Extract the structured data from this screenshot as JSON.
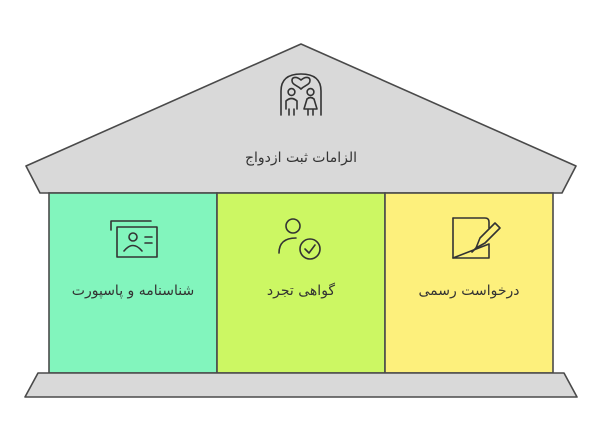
{
  "roof": {
    "title": "الزامات ثبت ازدواج",
    "icon": "couple-heart-icon",
    "color": "#d9d9d9"
  },
  "pillars": [
    {
      "label": "شناسنامه و پاسپورت",
      "icon": "id-card-icon",
      "color": "#82f5bd"
    },
    {
      "label": "گواهی تجرد",
      "icon": "user-check-icon",
      "color": "#ccf763"
    },
    {
      "label": "درخواست رسمی",
      "icon": "document-pen-icon",
      "color": "#fdf07c"
    }
  ],
  "base": {
    "color": "#d9d9d9"
  },
  "stroke_color": "#4a4a4a"
}
